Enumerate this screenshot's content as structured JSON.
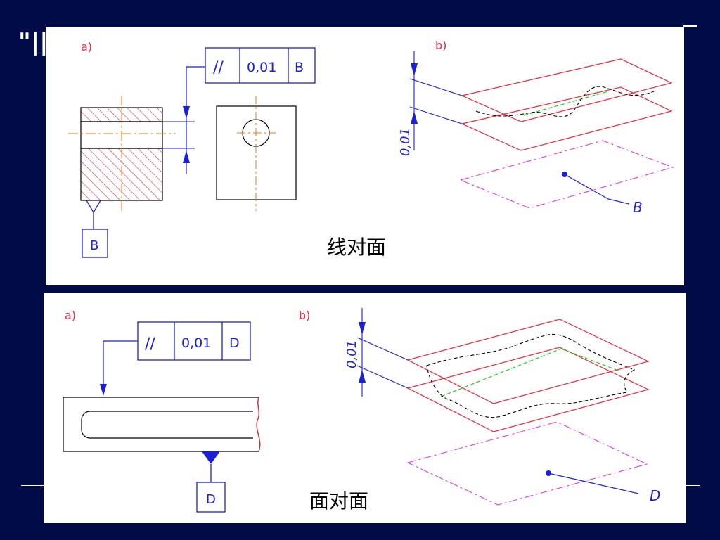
{
  "slide": {
    "header_fragment": "\"||",
    "colors": {
      "background": "#000b47",
      "dim_blue": "#1b1fd6",
      "red": "#e8283c",
      "orange": "#e87a10",
      "magenta": "#e03ce0",
      "green": "#22cc22"
    }
  },
  "top": {
    "label_a": "a)",
    "label_b": "b)",
    "frame_symbol": "//",
    "frame_tolerance": "0,01",
    "frame_datum": "B",
    "datum_box": "B",
    "tol_dim": "0,01",
    "datum_leader_label": "B",
    "caption": "线对面"
  },
  "bottom": {
    "label_a": "a)",
    "label_b": "b)",
    "frame_symbol": "//",
    "frame_tolerance": "0,01",
    "frame_datum": "D",
    "datum_box": "D",
    "tol_dim": "0,01",
    "datum_leader_label": "D",
    "caption": "面对面"
  }
}
